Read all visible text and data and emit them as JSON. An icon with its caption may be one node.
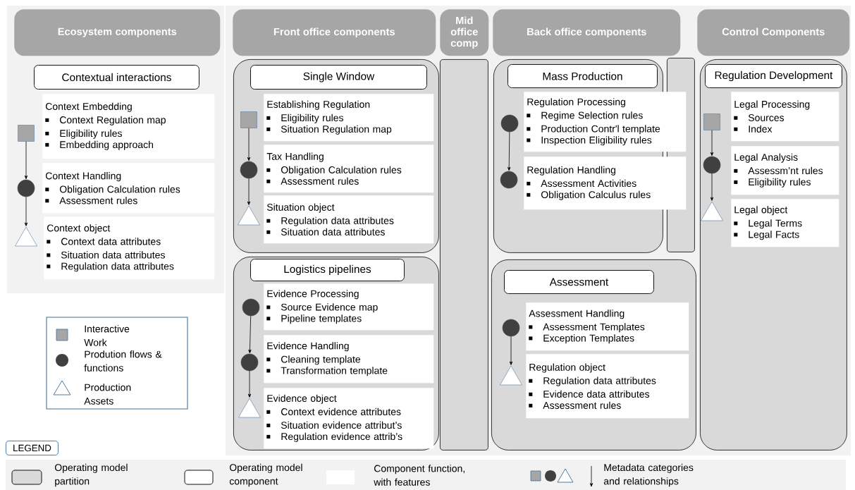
{
  "diagram": {
    "nodes": [
      {
        "text": [
          "Ecosystem components"
        ]
      },
      {
        "text": [
          "Front office components"
        ]
      },
      {
        "text": [
          "Mid office comp"
        ]
      },
      {
        "text": [
          "Back office components"
        ]
      },
      {
        "text": [
          "Control Components"
        ]
      },
      {
        "text": [
          "Contextual interactions"
        ]
      },
      {
        "text": [
          "Context Embedding",
          "Context Regulation map",
          "Eligibility rules",
          "Embedding approach"
        ]
      },
      {
        "text": [
          "Context Handling",
          "Obligation Calculation rules",
          "Assessment rules"
        ]
      },
      {
        "text": [
          "Context object",
          "Context data attributes",
          "Situation data attributes",
          "Regulation data attributes"
        ]
      },
      {
        "text": [],
        "shape": "box"
      },
      {
        "text": [],
        "shape": "circle"
      },
      {
        "text": [],
        "shape": "triangle"
      },
      {
        "text": [],
        "shape": "box"
      },
      {
        "text": [
          "Single Window"
        ],
        "in": 12
      },
      {
        "text": [
          "Establishing Regulation",
          "Eligibility rules",
          "Situation Regulation map"
        ],
        "in": 12
      },
      {
        "text": [
          "Tax Handling",
          "Obligation Calculation rules",
          "Assessment rules"
        ],
        "in": 12
      },
      {
        "text": [
          "Situation object",
          "Regulation data attributes",
          "Situation data attributes"
        ],
        "in": 12
      },
      {
        "text": [],
        "shape": "box",
        "in": 12
      },
      {
        "text": [],
        "shape": "circle",
        "in": 12
      },
      {
        "text": [],
        "shape": "triangle",
        "in": 12
      },
      {
        "text": [],
        "shape": "box"
      },
      {
        "text": [
          "Logistics pipelines"
        ],
        "in": 20
      },
      {
        "text": [
          "Evidence Processing",
          "Source Evidence map",
          "Pipeline templates"
        ],
        "in": 20
      },
      {
        "text": [
          "Evidence Handling",
          "Cleaning template",
          "Transformation template"
        ],
        "in": 20
      },
      {
        "text": [
          "Evidence object",
          "Context evidence attributes",
          "Situation evidence attribut’s",
          "Regulation evidence attrib’s"
        ],
        "in": 20
      },
      {
        "text": [],
        "shape": "circle",
        "in": 20
      },
      {
        "text": [],
        "shape": "circle",
        "in": 20
      },
      {
        "text": [],
        "shape": "triangle",
        "in": 20
      },
      {
        "text": [],
        "shape": "box"
      },
      {
        "text": [],
        "shape": "box"
      },
      {
        "text": [
          "Mass Production"
        ],
        "in": 29
      },
      {
        "text": [
          "Regulation Processing",
          "Regime Selection rules",
          "Production Contr'l template",
          "Inspection Eligibility rules"
        ]
      },
      {
        "text": [
          "Regulation Handling",
          "Assessment Activities",
          "Obligation Calculus rules"
        ]
      },
      {
        "text": [],
        "shape": "circle",
        "in": 29
      },
      {
        "text": [],
        "shape": "circle",
        "in": 29
      },
      {
        "text": [],
        "shape": "box"
      },
      {
        "text": [],
        "shape": "box"
      },
      {
        "text": [
          "Assessment"
        ],
        "in": 36
      },
      {
        "text": [
          "Assessment Handling",
          "Assessment Templates",
          "Exception Templates"
        ],
        "in": 36
      },
      {
        "text": [
          "Regulation object",
          "Regulation data attributes",
          "Evidence data attributes",
          "Assessment rules"
        ],
        "in": 36
      },
      {
        "text": [],
        "shape": "circle",
        "in": 36
      },
      {
        "text": [],
        "shape": "triangle",
        "in": 36
      },
      {
        "text": [],
        "shape": "box"
      },
      {
        "text": [
          "Regulation Development"
        ],
        "in": 42
      },
      {
        "text": [
          "Legal Processing",
          "Sources",
          "Index"
        ],
        "in": 42
      },
      {
        "text": [
          "Legal Analysis",
          "Assessm’nt rules",
          "Eligibility rules"
        ],
        "in": 42
      },
      {
        "text": [
          "Legal object",
          "Legal Terms",
          "Legal Facts"
        ],
        "in": 42
      },
      {
        "text": [],
        "shape": "box",
        "in": 42
      },
      {
        "text": [],
        "shape": "circle",
        "in": 42
      },
      {
        "text": [],
        "shape": "triangle",
        "in": 42
      }
    ],
    "edges": [
      {
        "from": 9,
        "to": 10,
        "arrow": "to"
      },
      {
        "from": 10,
        "to": 11,
        "arrow": "to"
      },
      {
        "from": 17,
        "to": 18,
        "arrow": "to"
      },
      {
        "from": 18,
        "to": 19,
        "arrow": "to"
      },
      {
        "from": 25,
        "to": 26,
        "arrow": "to"
      },
      {
        "from": 26,
        "to": 27,
        "arrow": "to"
      },
      {
        "from": 33,
        "to": 34,
        "arrow": "to"
      },
      {
        "from": 40,
        "to": 41,
        "arrow": "to"
      },
      {
        "from": 47,
        "to": 48,
        "arrow": "to"
      },
      {
        "from": 48,
        "to": 49,
        "arrow": "to"
      }
    ],
    "labels": [
      "LEGEND"
    ],
    "legend": [
      {
        "text": "Interactive Work"
      },
      {
        "text": "Prodution flows & functions"
      },
      {
        "text": "Production Assets"
      },
      {
        "text": "Operating model partition",
        "color": "#d9d9d9"
      },
      {
        "text": "Operating model component"
      },
      {
        "text": "Component function, with features",
        "color": "#ffffff"
      },
      {
        "text": "Metadata categories and relationships"
      }
    ]
  }
}
